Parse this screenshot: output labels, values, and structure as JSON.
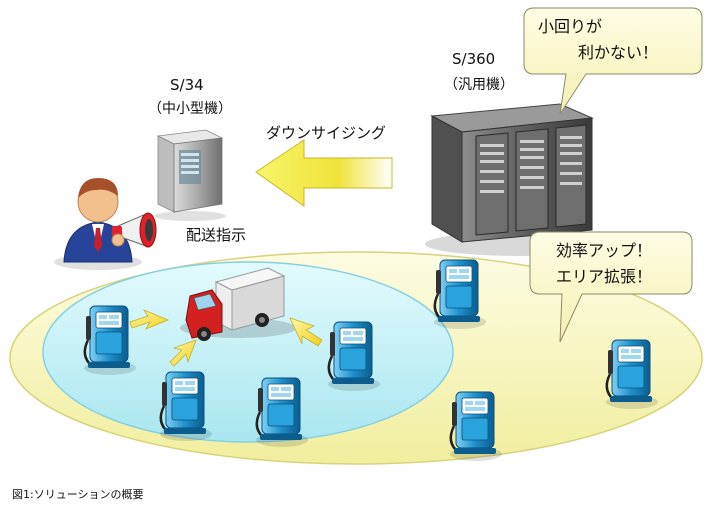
{
  "s34": {
    "name": "S/34",
    "type": "（中小型機）"
  },
  "s360": {
    "name": "S/360",
    "type": "（汎用機）"
  },
  "downsizing": "ダウンサイジング",
  "dispatch": "配送指示",
  "callout_top": {
    "line1": "小回りが",
    "line2": "利かない！"
  },
  "callout_right": {
    "line1": "効率アップ！",
    "line2": "エリア拡張！"
  },
  "caption": "図1:ソリューションの概要",
  "colors": {
    "outer_ellipse": "#f6f4bf",
    "inner_ellipse": "#bff0f6",
    "callout_fill": "#faf8c8",
    "arrow": "#f2e83a",
    "pump_blue": "#1e90cc"
  }
}
